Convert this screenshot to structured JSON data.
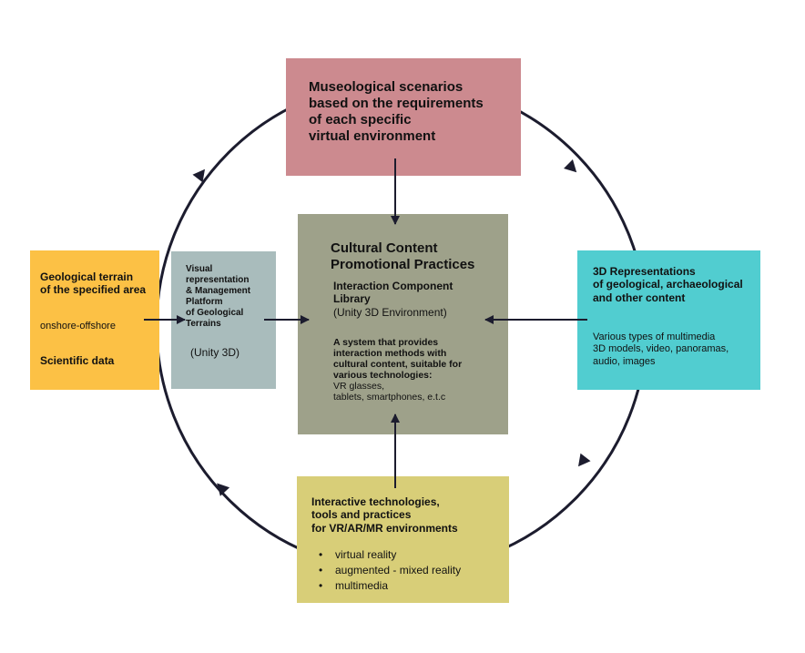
{
  "top_box": {
    "lines": [
      "Museological scenarios",
      "based on the requirements",
      "of each specific",
      "virtual environment"
    ]
  },
  "center_box": {
    "title_lines": [
      "Cultural Content",
      "Promotional Practices"
    ],
    "library_lines": [
      "Interaction Component",
      "Library"
    ],
    "library_env": "(Unity 3D Environment)",
    "system_lines": [
      "A system that provides",
      "interaction methods with",
      "cultural content, suitable for",
      "various technologies:"
    ],
    "devices_lines": [
      "VR glasses,",
      "tablets, smartphones, e.t.c"
    ]
  },
  "left_box": {
    "title_lines": [
      "Geological terrain",
      "of the specified area"
    ],
    "subtitle": "onshore-offshore",
    "footer": "Scientific data"
  },
  "midleft_box": {
    "lines": [
      "Visual",
      "representation",
      "& Management",
      "Platform",
      "of Geological",
      "Terrains"
    ],
    "env": "(Unity 3D)"
  },
  "right_box": {
    "title_lines": [
      "3D Representations",
      "of geological, archaeological",
      "and other content"
    ],
    "body_lines": [
      "Various types of multimedia",
      "3D models, video, panoramas,",
      "audio, images"
    ]
  },
  "bottom_box": {
    "title_lines": [
      "Interactive technologies,",
      "tools and practices",
      "for VR/AR/MR environments"
    ],
    "bullets": [
      "virtual reality",
      "augmented - mixed reality",
      "multimedia"
    ]
  }
}
